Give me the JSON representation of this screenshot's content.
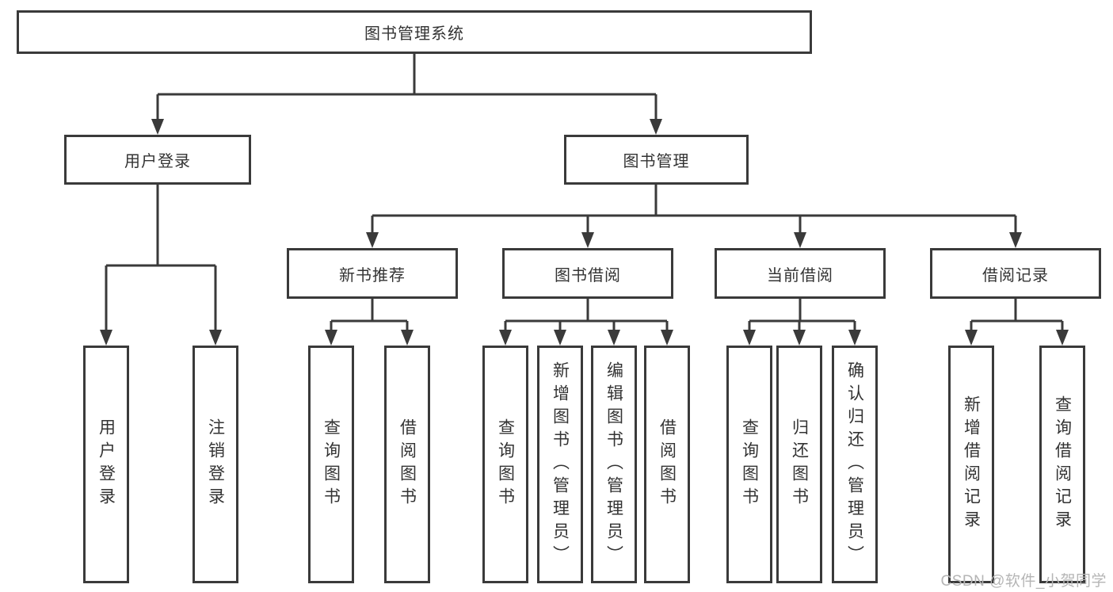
{
  "tree": {
    "root": {
      "label": "图书管理系统"
    },
    "children": [
      {
        "label": "用户登录",
        "children": [
          {
            "label": "用户登录"
          },
          {
            "label": "注销登录"
          }
        ]
      },
      {
        "label": "图书管理",
        "children": [
          {
            "label": "新书推荐",
            "children": [
              {
                "label": "查询图书"
              },
              {
                "label": "借阅图书"
              }
            ]
          },
          {
            "label": "图书借阅",
            "children": [
              {
                "label": "查询图书"
              },
              {
                "label": "新增图书（管理员）"
              },
              {
                "label": "编辑图书（管理员）"
              },
              {
                "label": "借阅图书"
              }
            ]
          },
          {
            "label": "当前借阅",
            "children": [
              {
                "label": "查询图书"
              },
              {
                "label": "归还图书"
              },
              {
                "label": "确认归还（管理员）"
              }
            ]
          },
          {
            "label": "借阅记录",
            "children": [
              {
                "label": "新增借阅记录"
              },
              {
                "label": "查询借阅记录"
              }
            ]
          }
        ]
      }
    ]
  },
  "watermark": "CSDN @软件_小贺同学",
  "colors": {
    "line": "#3a3a3a",
    "text": "#333333",
    "watermark": "#b5b5b5",
    "background": "#ffffff"
  }
}
